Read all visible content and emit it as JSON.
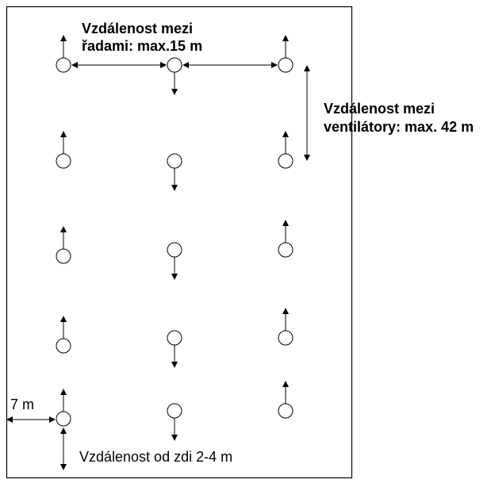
{
  "labels": {
    "row_distance_line1": "Vzdálenost mezi",
    "row_distance_line2": "řadami: max.15 m",
    "fan_distance_line1": "Vzdálenost mezi",
    "fan_distance_line2": "ventilátory: max. 42 m",
    "side_wall_distance": "7 m",
    "wall_distance": "Vzdálenost od zdi 2-4 m"
  },
  "colors": {
    "line": "#000000",
    "background": "#ffffff"
  }
}
